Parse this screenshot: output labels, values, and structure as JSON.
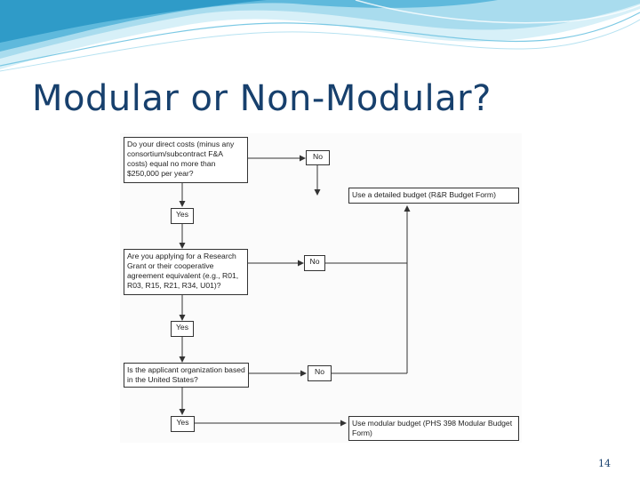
{
  "slide": {
    "title": "Modular or Non-Modular?",
    "page_number": "14"
  },
  "flowchart": {
    "questions": [
      "Do your direct costs (minus any consortium/subcontract F&A costs) equal no more than $250,000 per year?",
      "Are you applying for a Research Grant or their cooperative agreement equivalent (e.g., R01, R03, R15, R21, R34, U01)?",
      "Is the applicant organization based in the United States?"
    ],
    "no_label": "No",
    "yes_label": "Yes",
    "outcomes": {
      "detailed": "Use a detailed budget (R&R Budget Form)",
      "modular": "Use modular budget (PHS 398 Modular Budget Form)"
    }
  },
  "colors": {
    "title": "#17406d",
    "wave_light": "#bfe6f3",
    "wave_dark": "#3fa6cf",
    "box_border": "#333333"
  }
}
